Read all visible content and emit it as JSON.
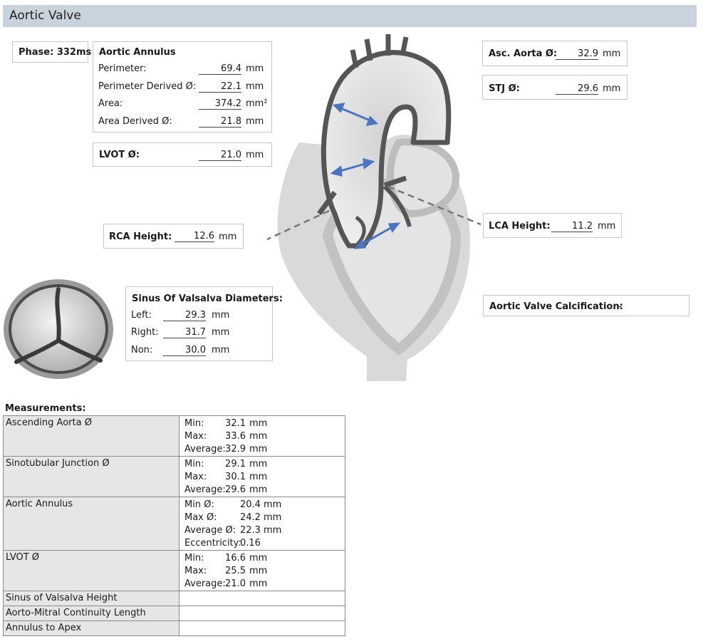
{
  "header": {
    "title": "Aortic Valve"
  },
  "phase": {
    "label": "Phase: 332ms"
  },
  "annulus": {
    "title": "Aortic Annulus",
    "rows": [
      {
        "label": "Perimeter:",
        "value": "69.4",
        "unit": "mm"
      },
      {
        "label": "Perimeter Derived Ø:",
        "value": "22.1",
        "unit": "mm"
      },
      {
        "label": "Area:",
        "value": "374.2",
        "unit": "mm²"
      },
      {
        "label": "Area Derived Ø:",
        "value": "21.8",
        "unit": "mm"
      }
    ]
  },
  "lvot": {
    "label": "LVOT Ø:",
    "value": "21.0",
    "unit": "mm"
  },
  "asc_aorta": {
    "label": "Asc. Aorta Ø:",
    "value": "32.9",
    "unit": "mm"
  },
  "stj": {
    "label": "STJ Ø:",
    "value": "29.6",
    "unit": "mm"
  },
  "rca": {
    "label": "RCA Height:",
    "value": "12.6",
    "unit": "mm"
  },
  "lca": {
    "label": "LCA Height:",
    "value": "11.2",
    "unit": "mm"
  },
  "sinus": {
    "title": "Sinus Of Valsalva Diameters:",
    "rows": [
      {
        "label": "Left:",
        "value": "29.3",
        "unit": "mm"
      },
      {
        "label": "Right:",
        "value": "31.7",
        "unit": "mm"
      },
      {
        "label": "Non:",
        "value": "30.0",
        "unit": "mm"
      }
    ]
  },
  "calcification": {
    "label": "Aortic Valve Calcification:",
    "value": "-"
  },
  "measurements": {
    "title": "Measurements:",
    "rows": [
      {
        "name": "Ascending Aorta Ø",
        "values": [
          {
            "k": "Min:",
            "v": "32.1",
            "u": "mm"
          },
          {
            "k": "Max:",
            "v": "33.6",
            "u": "mm"
          },
          {
            "k": "Average:",
            "v": "32.9",
            "u": "mm"
          }
        ]
      },
      {
        "name": "Sinotubular Junction Ø",
        "values": [
          {
            "k": "Min:",
            "v": "29.1",
            "u": "mm"
          },
          {
            "k": "Max:",
            "v": "30.1",
            "u": "mm"
          },
          {
            "k": "Average:",
            "v": "29.6",
            "u": "mm"
          }
        ]
      },
      {
        "name": "Aortic Annulus",
        "values": [
          {
            "k": "Min Ø:",
            "v": "20.4",
            "u": "mm"
          },
          {
            "k": "Max Ø:",
            "v": "24.2",
            "u": "mm"
          },
          {
            "k": "Average Ø:",
            "v": "22.3",
            "u": "mm"
          },
          {
            "k": "Eccentricity:",
            "v": "0.16",
            "u": ""
          }
        ]
      },
      {
        "name": "LVOT Ø",
        "values": [
          {
            "k": "Min:",
            "v": "16.6",
            "u": "mm"
          },
          {
            "k": "Max:",
            "v": "25.5",
            "u": "mm"
          },
          {
            "k": "Average:",
            "v": "21.0",
            "u": "mm"
          }
        ]
      },
      {
        "name": "Sinus of Valsalva Height",
        "values": []
      },
      {
        "name": "Aorto-Mitral Continuity Length",
        "values": []
      },
      {
        "name": "Annulus to Apex",
        "values": []
      }
    ]
  }
}
